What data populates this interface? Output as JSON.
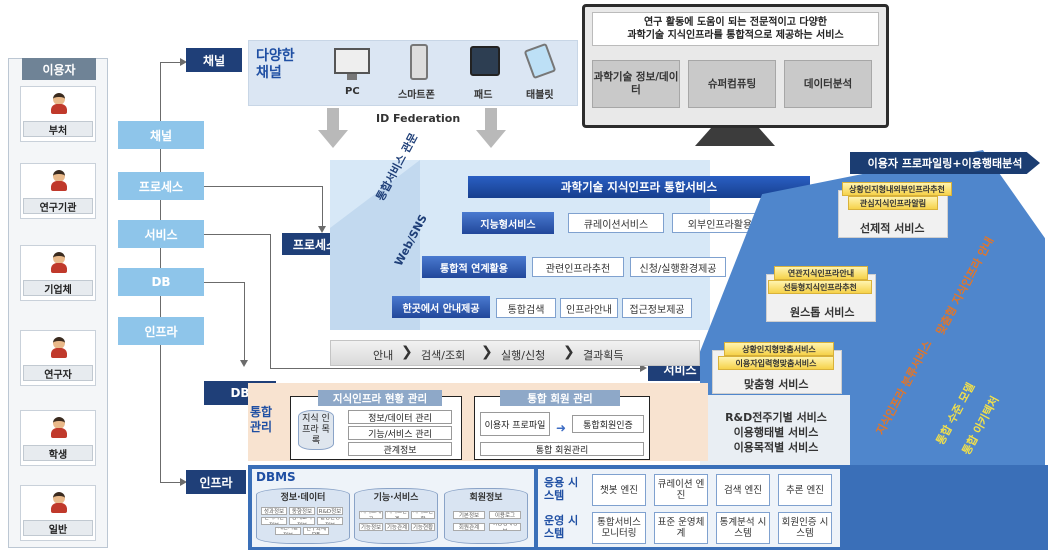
{
  "users": {
    "title": "이용자",
    "items": [
      "부처",
      "연구기관",
      "기업체",
      "연구자",
      "학생",
      "일반"
    ]
  },
  "side_labels": [
    "채널",
    "프로세스",
    "서비스",
    "DB",
    "인프라"
  ],
  "tags": {
    "channel": "채널",
    "process": "프로세스",
    "db": "DB",
    "infra": "인프라",
    "service": "서비스"
  },
  "channel": {
    "title": "다양한 채널",
    "devices": [
      "PC",
      "스마트폰",
      "패드",
      "태블릿"
    ],
    "federation": "ID Federation"
  },
  "monitor": {
    "heading_line1": "연구 활동에 도움이 되는 전문적이고 다양한",
    "heading_line2": "과학기술 지식인프라를 통합적으로 제공하는 서비스",
    "boxes": [
      "과학기술 정보/데이터",
      "슈퍼컴퓨팅",
      "데이터분석"
    ]
  },
  "platform": {
    "banner": "과학기술 지식인프라 통합서비스",
    "side_web": "Web/SNS",
    "side_mgmt": "통합서비스 관문",
    "rows": [
      {
        "tag": "지능형서비스",
        "items": [
          "큐레이션서비스",
          "외부인프라활용"
        ]
      },
      {
        "tag": "통합적 연계활용",
        "items": [
          "관련인프라추천",
          "신청/실행환경제공"
        ]
      },
      {
        "tag": "한곳에서 안내제공",
        "items": [
          "통합검색",
          "인프라안내",
          "접근정보제공"
        ]
      }
    ],
    "process_steps": [
      "안내",
      "검색/조회",
      "실행/신청",
      "결과획득"
    ]
  },
  "right": {
    "profile_banner": "이용자 프로파일링+이용행태분석",
    "tier1": {
      "title": "선제적 서비스",
      "tags": [
        "상황인지형내외부인프라추천",
        "관심지식인프라알림"
      ]
    },
    "tier2": {
      "title": "원스톱 서비스",
      "tags": [
        "연관지식인프라안내",
        "선등형지식인프라추천"
      ]
    },
    "tier3": {
      "title": "맞춤형 서비스",
      "tags": [
        "상황인지형맞춤서비스",
        "이용자입력형맞춤서비스"
      ]
    },
    "bottom_lines": [
      "R&D전주기별 서비스",
      "이용행태별 서비스",
      "이용목적별 서비스"
    ],
    "vertical_labels": [
      "지식인프라 분류서비스",
      "맞춤형 지식인프라 안내",
      "통합 수준 모델",
      "통합 아키텍처"
    ]
  },
  "mgmt": {
    "title": "통합 관리",
    "box1": {
      "head": "지식인프라 현황 관리",
      "catalog": "지식 인프라 목록",
      "items": [
        "정보/데이터 관리",
        "기능/서비스 관리",
        "관계정보"
      ]
    },
    "box2": {
      "head": "통합 회원 관리",
      "profile": "이용자 프로파일",
      "auth": "통합회원인증",
      "footer": "통합 회원관리"
    }
  },
  "dbms": {
    "label": "DBMS",
    "cylinders": [
      {
        "title": "정보·데이터",
        "cells": [
          "성과정보",
          "동향정보",
          "R&D정보",
          "인력기관정보",
          "통계교육정보",
          "실행환경정보",
          "제원기술정보",
          "연구과제DB"
        ]
      },
      {
        "title": "기능·서비스",
        "cells": [
          "서비스제공",
          "서비스관계",
          "서비스현황",
          "기능정보",
          "기능관계",
          "기능현황"
        ]
      },
      {
        "title": "회원정보",
        "cells": [
          "기본정보",
          "이용로그",
          "회원관계",
          "이용행태정보"
        ]
      }
    ]
  },
  "systems": {
    "app_label": "응용 시스템",
    "ops_label": "운영 시스템",
    "app": [
      "챗봇 엔진",
      "큐레이션 엔진",
      "검색 엔진",
      "추론 엔진"
    ],
    "ops": [
      "통합서비스 모니터링",
      "표준 운영체계",
      "통계분석 시스템",
      "회원인증 시스템"
    ]
  }
}
